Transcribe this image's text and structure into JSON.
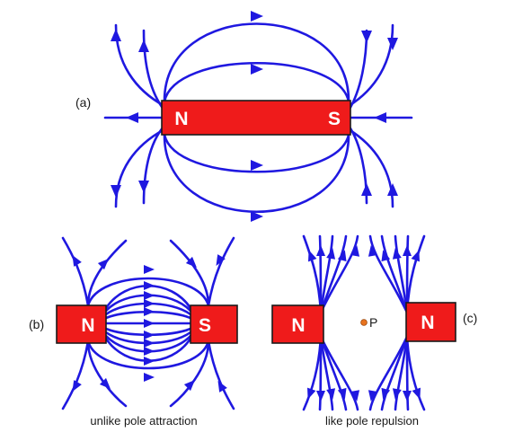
{
  "panel_a": {
    "label": "(a)",
    "north_label": "N",
    "south_label": "S"
  },
  "panel_b": {
    "label": "(b)",
    "north_label": "N",
    "south_label": "S",
    "caption": "unlike pole attraction"
  },
  "panel_c": {
    "label": "(c)",
    "left_label": "N",
    "right_label": "N",
    "point_label": "P",
    "caption": "like pole repulsion"
  },
  "colors": {
    "field_line": "#1f18e0",
    "magnet": "#ef1b1b",
    "magnet_text": "#ffffff",
    "point": "#e8731e"
  }
}
